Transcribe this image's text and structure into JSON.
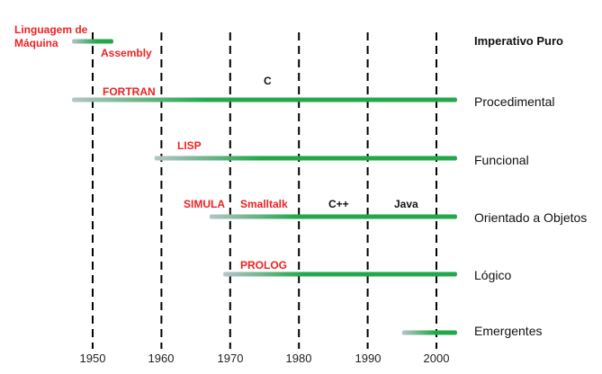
{
  "diagram": {
    "years": [
      "1950",
      "1960",
      "1970",
      "1980",
      "1990",
      "2000"
    ],
    "paradigms": [
      {
        "label": "Imperativo Puro",
        "start": 1947,
        "end": 1953
      },
      {
        "label": "Procedimental",
        "start": 1947,
        "end": 2003
      },
      {
        "label": "Funcional",
        "start": 1959,
        "end": 2003
      },
      {
        "label": "Orientado a Objetos",
        "start": 1967,
        "end": 2003
      },
      {
        "label": "Lógico",
        "start": 1969,
        "end": 2003
      },
      {
        "label": "Emergentes",
        "start": 1995,
        "end": 2003
      }
    ],
    "languages": {
      "linguagem_de_maquina": "Linguagem de\nMáquina",
      "assembly": "Assembly",
      "fortran": "FORTRAN",
      "c": "C",
      "lisp": "LISP",
      "simula": "SIMULA",
      "smalltalk": "Smalltalk",
      "cpp": "C++",
      "java": "Java",
      "prolog": "PROLOG"
    },
    "colors": {
      "bar_start": "#b4c4c8",
      "bar_end": "#22a84a",
      "label_red": "#ee2222",
      "label_black": "#111111",
      "gridline": "#000000"
    }
  }
}
